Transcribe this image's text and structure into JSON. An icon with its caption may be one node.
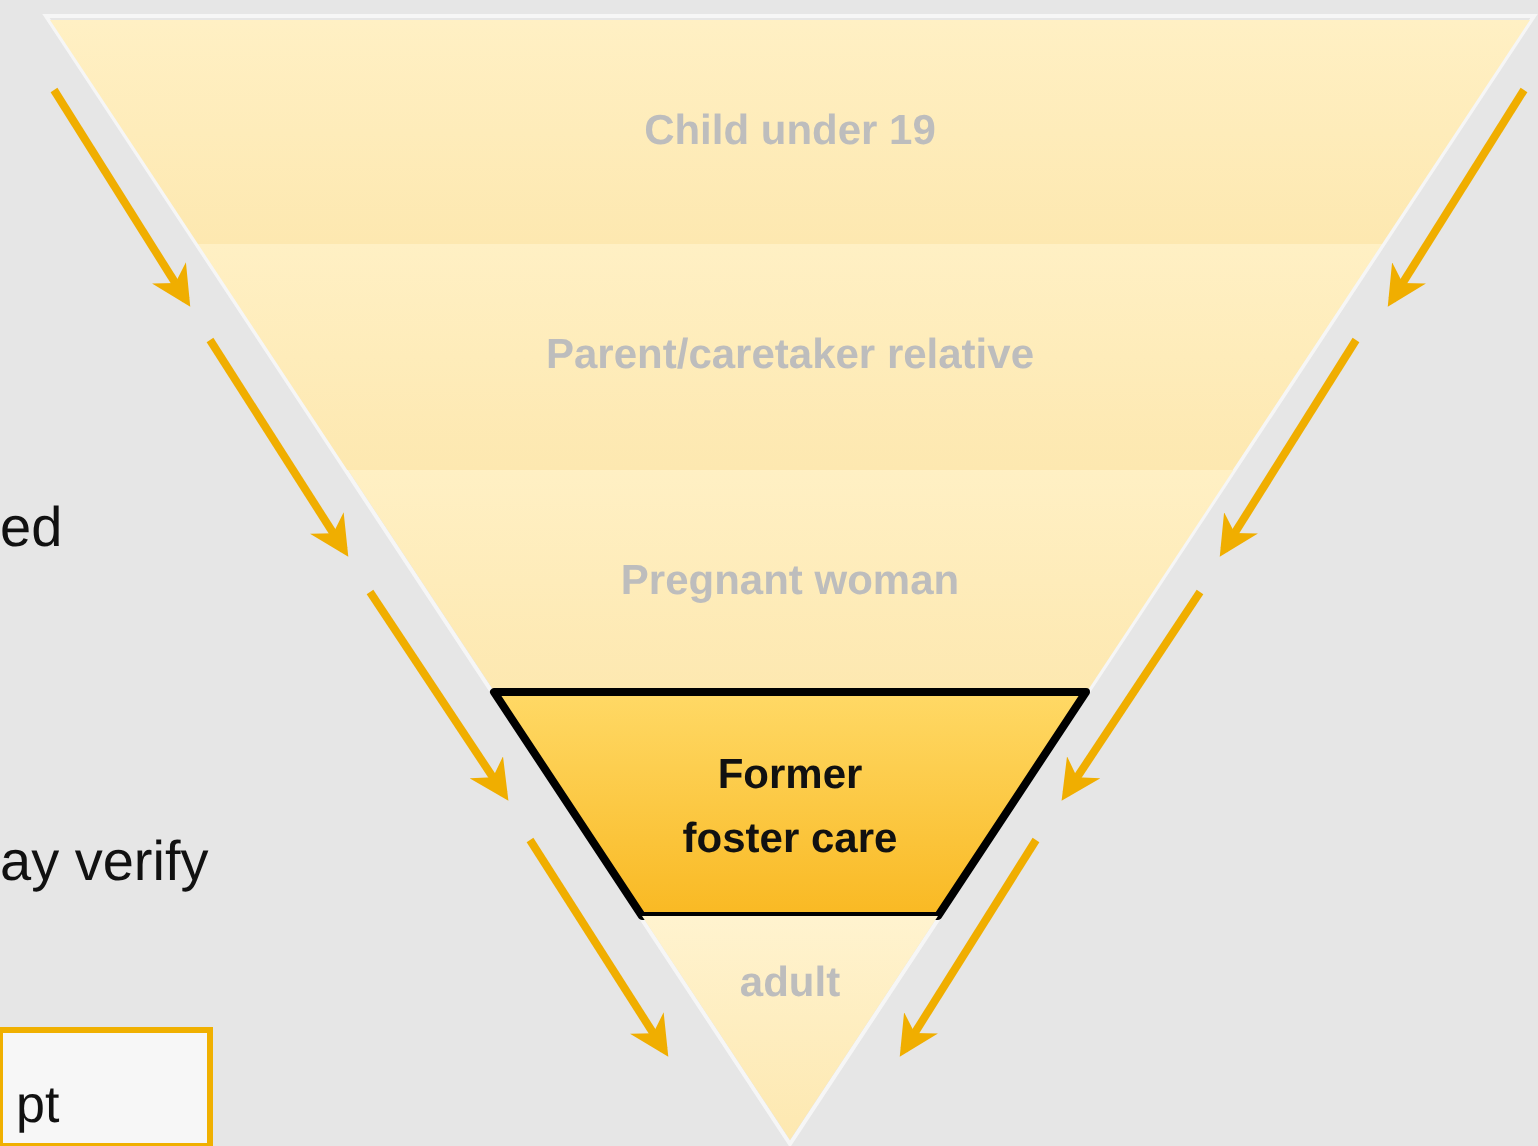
{
  "diagram": {
    "nodes": [
      {
        "text": [
          "Child under 19"
        ]
      },
      {
        "text": [
          "Parent/caretaker relative"
        ]
      },
      {
        "text": [
          "Pregnant woman"
        ]
      },
      {
        "text": [
          "Former foster care"
        ]
      },
      {
        "text": [
          "adult"
        ]
      },
      {
        "text": [
          "pt"
        ]
      }
    ],
    "edges": [],
    "labels": [
      "ed",
      "ay verify"
    ]
  }
}
